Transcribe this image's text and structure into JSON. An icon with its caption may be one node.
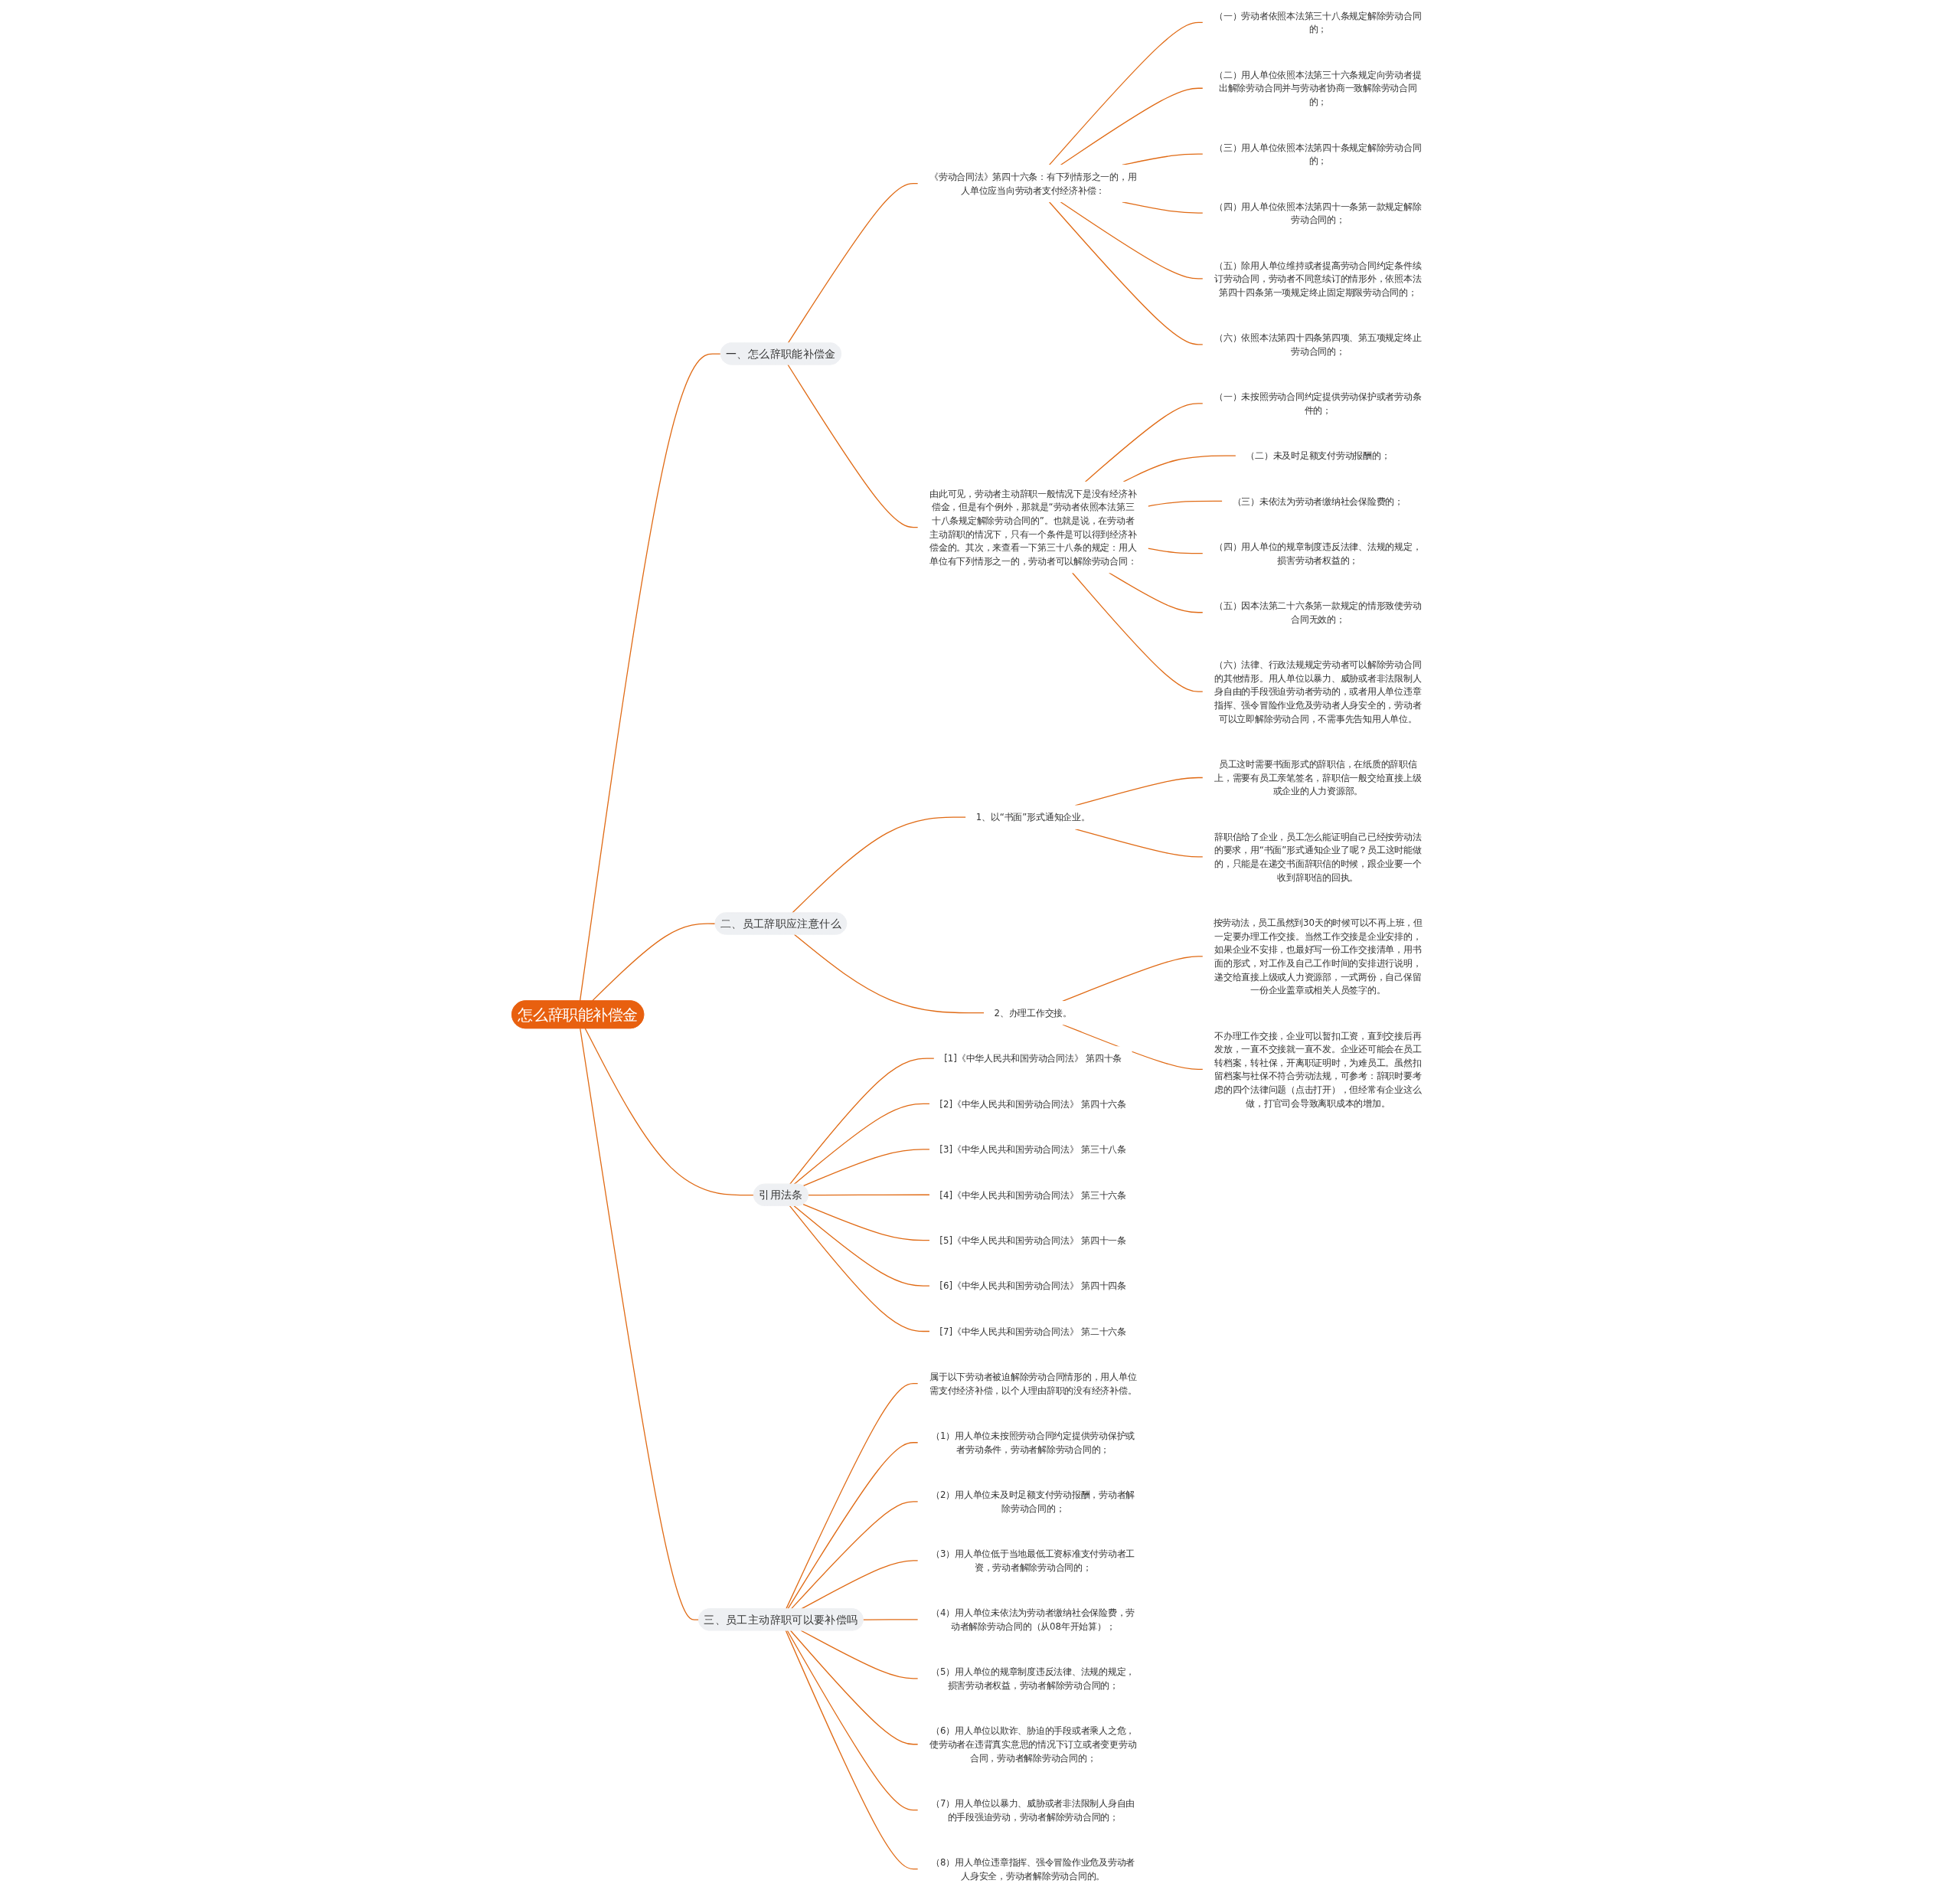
{
  "diagram": {
    "nodes": [
      {
        "text": [
          "怎么辞职能补偿金"
        ]
      },
      {
        "text": [
          "一、怎么辞职能补偿金"
        ]
      },
      {
        "text": [
          "《劳动合同法》第四十六条：有下列情形之一的，用人单位应当向劳动者支付经济补偿："
        ]
      },
      {
        "text": [
          "（一）劳动者依照本法第三十八条规定解除劳动合同的；"
        ]
      },
      {
        "text": [
          "（二）用人单位依照本法第三十六条规定向劳动者提出解除劳动合同并与劳动者协商一致解除劳动合同的；"
        ]
      },
      {
        "text": [
          "（三）用人单位依照本法第四十条规定解除劳动合同的；"
        ]
      },
      {
        "text": [
          "（四）用人单位依照本法第四十一条第一款规定解除劳动合同的；"
        ]
      },
      {
        "text": [
          "（五）除用人单位维持或者提高劳动合同约定条件续订劳动合同，劳动者不同意续订的情形外，依照本法第四十四条第一项规定终止固定期限劳动合同的；"
        ]
      },
      {
        "text": [
          "（六）依照本法第四十四条第四项、第五项规定终止劳动合同的；"
        ]
      },
      {
        "text": [
          "由此可见，劳动者主动辞职一般情况下是没有经济补偿金，但是有个例外，那就是“劳动者依照本法第三十八条规定解除劳动合同的”。也就是说，在劳动者主动辞职的情况下，只有一个条件是可以得到经济补偿金的。其次，来查看一下第三十八条的规定：用人单位有下列情形之一的，劳动者可以解除劳动合同："
        ]
      },
      {
        "text": [
          "（一）未按照劳动合同约定提供劳动保护或者劳动条件的；"
        ]
      },
      {
        "text": [
          "（二）未及时足额支付劳动报酬的；"
        ]
      },
      {
        "text": [
          "（三）未依法为劳动者缴纳社会保险费的；"
        ]
      },
      {
        "text": [
          "（四）用人单位的规章制度违反法律、法规的规定，损害劳动者权益的；"
        ]
      },
      {
        "text": [
          "（五）因本法第二十六条第一款规定的情形致使劳动合同无效的；"
        ]
      },
      {
        "text": [
          "（六）法律、行政法规规定劳动者可以解除劳动合同的其他情形。用人单位以暴力、威胁或者非法限制人身自由的手段强迫劳动者劳动的，或者用人单位违章指挥、强令冒险作业危及劳动者人身安全的，劳动者可以立即解除劳动合同，不需事先告知用人单位。"
        ]
      },
      {
        "text": [
          "二、员工辞职应注意什么"
        ]
      },
      {
        "text": [
          "1、以“书面”形式通知企业。"
        ]
      },
      {
        "text": [
          "员工这时需要书面形式的辞职信，在纸质的辞职信上，需要有员工亲笔签名，辞职信一般交给直接上级或企业的人力资源部。"
        ]
      },
      {
        "text": [
          "辞职信给了企业，员工怎么能证明自己已经按劳动法的要求，用“书面”形式通知企业了呢？员工这时能做的，只能是在递交书面辞职信的时候，跟企业要一个收到辞职信的回执。"
        ]
      },
      {
        "text": [
          "2、办理工作交接。"
        ]
      },
      {
        "text": [
          "按劳动法，员工虽然到30天的时候可以不再上班，但一定要办理工作交接。当然工作交接是企业安排的，如果企业不安排，也最好写一份工作交接清单，用书面的形式，对工作及自己工作时间的安排进行说明，递交给直接上级或人力资源部，一式两份，自己保留一份企业盖章或相关人员签字的。"
        ]
      },
      {
        "text": [
          "不办理工作交接，企业可以暂扣工资，直到交接后再发放，一直不交接就一直不发。企业还可能会在员工转档案，转社保，开离职证明时，为难员工。虽然扣留档案与社保不符合劳动法规，可参考：辞职时要考虑的四个法律问题（点击打开），但经常有企业这么做，打官司会导致离职成本的增加。"
        ]
      },
      {
        "text": [
          "引用法条"
        ]
      },
      {
        "text": [
          "[1]《中华人民共和国劳动合同法》 第四十条"
        ]
      },
      {
        "text": [
          "[2]《中华人民共和国劳动合同法》 第四十六条"
        ]
      },
      {
        "text": [
          "[3]《中华人民共和国劳动合同法》 第三十八条"
        ]
      },
      {
        "text": [
          "[4]《中华人民共和国劳动合同法》 第三十六条"
        ]
      },
      {
        "text": [
          "[5]《中华人民共和国劳动合同法》 第四十一条"
        ]
      },
      {
        "text": [
          "[6]《中华人民共和国劳动合同法》 第四十四条"
        ]
      },
      {
        "text": [
          "[7]《中华人民共和国劳动合同法》 第二十六条"
        ]
      },
      {
        "text": [
          "三、员工主动辞职可以要补偿吗"
        ]
      },
      {
        "text": [
          "属于以下劳动者被迫解除劳动合同情形的，用人单位需支付经济补偿，以个人理由辞职的没有经济补偿。"
        ]
      },
      {
        "text": [
          "（1）用人单位未按照劳动合同约定提供劳动保护或者劳动条件，劳动者解除劳动合同的；"
        ]
      },
      {
        "text": [
          "（2）用人单位未及时足额支付劳动报酬，劳动者解除劳动合同的；"
        ]
      },
      {
        "text": [
          "（3）用人单位低于当地最低工资标准支付劳动者工资，劳动者解除劳动合同的；"
        ]
      },
      {
        "text": [
          "（4）用人单位未依法为劳动者缴纳社会保险费，劳动者解除劳动合同的（从08年开始算）；"
        ]
      },
      {
        "text": [
          "（5）用人单位的规章制度违反法律、法规的规定，损害劳动者权益，劳动者解除劳动合同的；"
        ]
      },
      {
        "text": [
          "（6）用人单位以欺诈、胁迫的手段或者乘人之危，使劳动者在违背真实意思的情况下订立或者变更劳动合同，劳动者解除劳动合同的；"
        ]
      },
      {
        "text": [
          "（7）用人单位以暴力、威胁或者非法限制人身自由的手段强迫劳动，劳动者解除劳动合同的；"
        ]
      },
      {
        "text": [
          "（8）用人单位违章指挥、强令冒险作业危及劳动者人身安全，劳动者解除劳动合同的。"
        ]
      }
    ],
    "edges": [
      {
        "from": 0,
        "to": 1,
        "arrow": "none"
      },
      {
        "from": 1,
        "to": 2,
        "arrow": "none"
      },
      {
        "from": 2,
        "to": 3,
        "arrow": "none"
      },
      {
        "from": 2,
        "to": 4,
        "arrow": "none"
      },
      {
        "from": 2,
        "to": 5,
        "arrow": "none"
      },
      {
        "from": 2,
        "to": 6,
        "arrow": "none"
      },
      {
        "from": 2,
        "to": 7,
        "arrow": "none"
      },
      {
        "from": 2,
        "to": 8,
        "arrow": "none"
      },
      {
        "from": 1,
        "to": 9,
        "arrow": "none"
      },
      {
        "from": 9,
        "to": 10,
        "arrow": "none"
      },
      {
        "from": 9,
        "to": 11,
        "arrow": "none"
      },
      {
        "from": 9,
        "to": 12,
        "arrow": "none"
      },
      {
        "from": 9,
        "to": 13,
        "arrow": "none"
      },
      {
        "from": 9,
        "to": 14,
        "arrow": "none"
      },
      {
        "from": 9,
        "to": 15,
        "arrow": "none"
      },
      {
        "from": 0,
        "to": 16,
        "arrow": "none"
      },
      {
        "from": 16,
        "to": 17,
        "arrow": "none"
      },
      {
        "from": 17,
        "to": 18,
        "arrow": "none"
      },
      {
        "from": 17,
        "to": 19,
        "arrow": "none"
      },
      {
        "from": 16,
        "to": 20,
        "arrow": "none"
      },
      {
        "from": 20,
        "to": 21,
        "arrow": "none"
      },
      {
        "from": 20,
        "to": 22,
        "arrow": "none"
      },
      {
        "from": 0,
        "to": 23,
        "arrow": "none"
      },
      {
        "from": 23,
        "to": 24,
        "arrow": "none"
      },
      {
        "from": 23,
        "to": 25,
        "arrow": "none"
      },
      {
        "from": 23,
        "to": 26,
        "arrow": "none"
      },
      {
        "from": 23,
        "to": 27,
        "arrow": "none"
      },
      {
        "from": 23,
        "to": 28,
        "arrow": "none"
      },
      {
        "from": 23,
        "to": 29,
        "arrow": "none"
      },
      {
        "from": 23,
        "to": 30,
        "arrow": "none"
      },
      {
        "from": 0,
        "to": 31,
        "arrow": "none"
      },
      {
        "from": 31,
        "to": 32,
        "arrow": "none"
      },
      {
        "from": 31,
        "to": 33,
        "arrow": "none"
      },
      {
        "from": 31,
        "to": 34,
        "arrow": "none"
      },
      {
        "from": 31,
        "to": 35,
        "arrow": "none"
      },
      {
        "from": 31,
        "to": 36,
        "arrow": "none"
      },
      {
        "from": 31,
        "to": 37,
        "arrow": "none"
      },
      {
        "from": 31,
        "to": 38,
        "arrow": "none"
      },
      {
        "from": 31,
        "to": 39,
        "arrow": "none"
      },
      {
        "from": 31,
        "to": 40,
        "arrow": "none"
      }
    ]
  }
}
